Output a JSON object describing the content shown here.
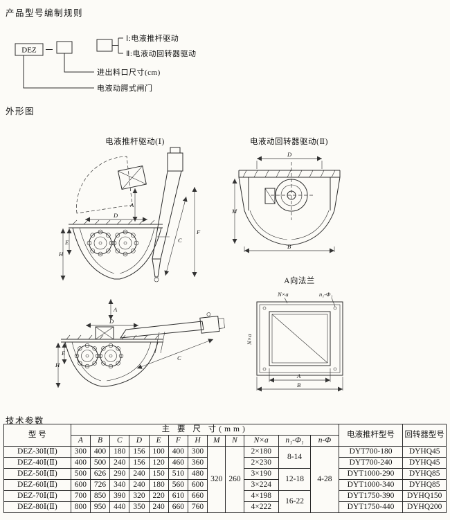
{
  "page": {
    "title_rules": "产品型号编制规则",
    "title_outline": "外形图",
    "title_params": "技术参数"
  },
  "model_code": {
    "prefix": "DEZ",
    "roman1_label": "Ⅰ:电液推杆驱动",
    "roman2_label": "Ⅱ:电液动回转器驱动",
    "port_label": "进出料口尺寸(cm)",
    "gate_label": "电液动腭式闸门"
  },
  "outline": {
    "pusher_title": "电液推杆驱动(Ⅰ)",
    "rotator_title": "电液动回转器驱动(Ⅱ)",
    "flange_title": "A向法兰",
    "pusher_dims": {
      "A": "A",
      "C": "C",
      "D": "D",
      "E": "E",
      "F": "F",
      "H": "H"
    },
    "rotator_dims": {
      "D": "D",
      "M": "M",
      "B": "B"
    },
    "bottom_dims": {
      "A": "A",
      "C": "C",
      "D": "D",
      "E": "E",
      "H": "H"
    },
    "flange_labels": {
      "nxa_top": "N×a",
      "n1phi1": "n₁-Φ₁",
      "nxa_left": "N×a",
      "A": "A",
      "B": "B"
    }
  },
  "table": {
    "model_header": "型  号",
    "dims_header": "主 要 尺 寸(mm)",
    "col_headers": [
      "A",
      "B",
      "C",
      "D",
      "E",
      "F",
      "H",
      "M",
      "N",
      "N×a",
      "n₁-Φ₁",
      "n-Φ"
    ],
    "pusher_header": "电液推杆型号",
    "rotator_header": "回转器型号",
    "m_value": "320",
    "n_value": "260",
    "nphi_value": "4-28",
    "phi_groups": [
      "8-14",
      "12-18",
      "16-22"
    ],
    "rows": [
      [
        "DEZ-30Ⅰ(Ⅱ)",
        "300",
        "400",
        "180",
        "156",
        "100",
        "400",
        "300",
        "2×180",
        "DYT700-180",
        "DYHQ45"
      ],
      [
        "DEZ-40Ⅰ(Ⅱ)",
        "400",
        "500",
        "240",
        "156",
        "120",
        "460",
        "360",
        "2×230",
        "DYT700-240",
        "DYHQ45"
      ],
      [
        "DEZ-50Ⅰ(Ⅱ)",
        "500",
        "626",
        "290",
        "240",
        "150",
        "510",
        "480",
        "3×190",
        "DYT1000-290",
        "DYHQ85"
      ],
      [
        "DEZ-60Ⅰ(Ⅱ)",
        "600",
        "726",
        "340",
        "240",
        "180",
        "560",
        "600",
        "3×224",
        "DYT1000-340",
        "DYHQ85"
      ],
      [
        "DEZ-70Ⅰ(Ⅱ)",
        "700",
        "850",
        "390",
        "320",
        "220",
        "610",
        "660",
        "4×198",
        "DYT1750-390",
        "DYHQ150"
      ],
      [
        "DEZ-80Ⅰ(Ⅱ)",
        "800",
        "950",
        "440",
        "350",
        "240",
        "660",
        "760",
        "4×222",
        "DYT1750-440",
        "DYHQ200"
      ]
    ]
  }
}
